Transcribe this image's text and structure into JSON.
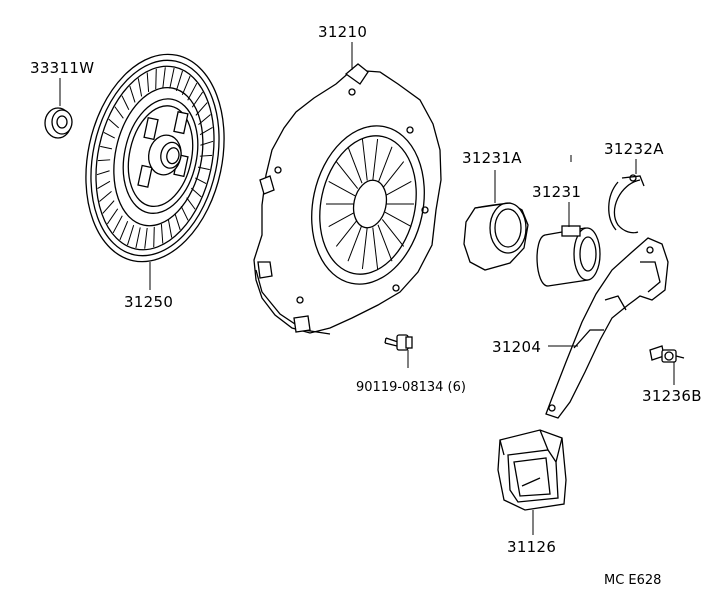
{
  "parts": {
    "p33311W": "33311W",
    "p31210": "31210",
    "p31232A": "31232A",
    "p31231A": "31231A",
    "p31231": "31231",
    "p31250": "31250",
    "p31204": "31204",
    "p90119": "90119-08134 (6)",
    "p31236B": "31236B",
    "p31126": "31126"
  },
  "diagram_code": "MC E628"
}
